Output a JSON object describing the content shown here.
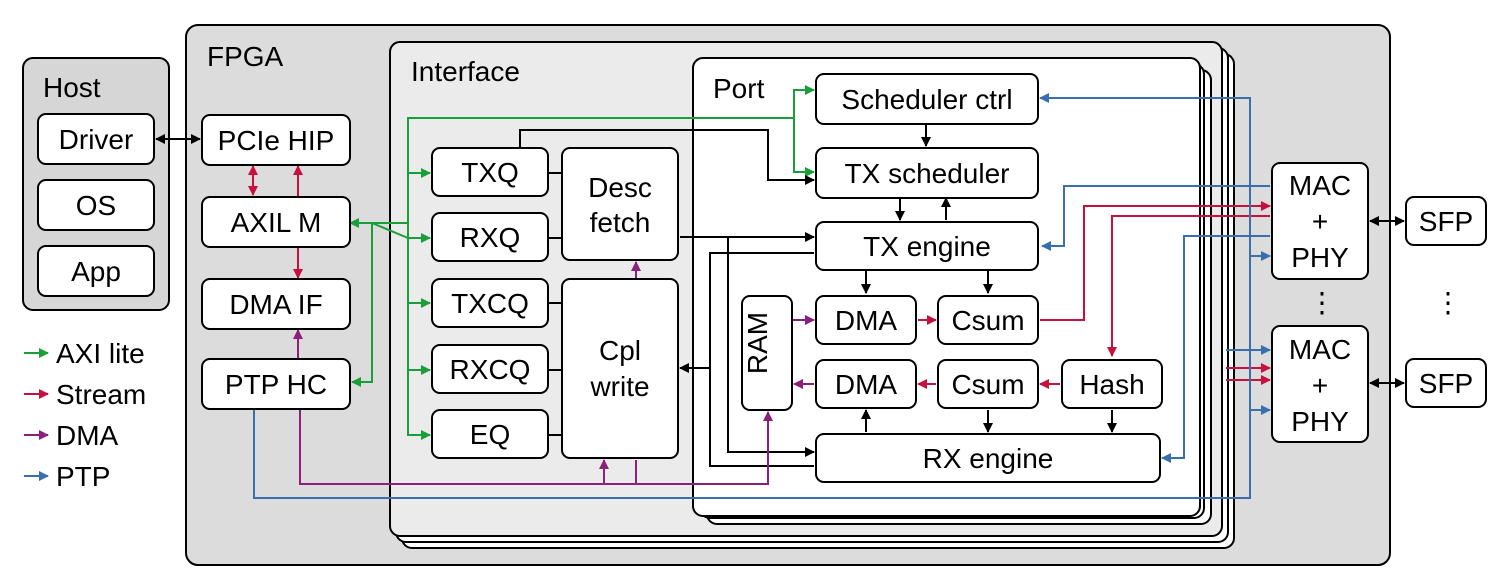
{
  "colors": {
    "axi_lite": "#1a9e3a",
    "stream": "#c8103e",
    "dma": "#8b1f7c",
    "ptp": "#3a6faf",
    "fpga_bg": "#dcdcdc",
    "host_bg": "#d6d6d6",
    "interface_bg": "#ebebeb"
  },
  "host": {
    "title": "Host",
    "driver": "Driver",
    "os": "OS",
    "app": "App"
  },
  "fpga": {
    "title": "FPGA",
    "pcie_hip": "PCIe HIP",
    "axil_m": "AXIL M",
    "dma_if": "DMA IF",
    "ptp_hc": "PTP HC"
  },
  "interface": {
    "title": "Interface",
    "txq": "TXQ",
    "rxq": "RXQ",
    "txcq": "TXCQ",
    "rxcq": "RXCQ",
    "eq": "EQ",
    "desc_fetch_l1": "Desc",
    "desc_fetch_l2": "fetch",
    "cpl_write_l1": "Cpl",
    "cpl_write_l2": "write"
  },
  "port": {
    "title": "Port",
    "scheduler_ctrl": "Scheduler ctrl",
    "tx_scheduler": "TX scheduler",
    "tx_engine": "TX engine",
    "ram": "RAM",
    "tx_dma": "DMA",
    "tx_csum": "Csum",
    "rx_dma": "DMA",
    "rx_csum": "Csum",
    "hash": "Hash",
    "rx_engine": "RX engine"
  },
  "mac": {
    "mac1_l1": "MAC",
    "mac1_l2": "+",
    "mac1_l3": "PHY",
    "mac2_l1": "MAC",
    "mac2_l2": "+",
    "mac2_l3": "PHY",
    "sfp1": "SFP",
    "sfp2": "SFP",
    "ellipsis1": "⋮",
    "ellipsis2": "⋮"
  },
  "legend": [
    {
      "label": "AXI lite",
      "color": "#1a9e3a"
    },
    {
      "label": "Stream",
      "color": "#c8103e"
    },
    {
      "label": "DMA",
      "color": "#8b1f7c"
    },
    {
      "label": "PTP",
      "color": "#3a6faf"
    }
  ]
}
